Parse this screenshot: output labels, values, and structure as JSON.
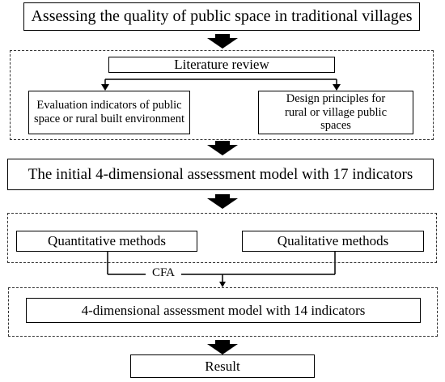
{
  "diagram": {
    "title": "Assessing the quality of public space in traditional villages",
    "literature_review": "Literature review",
    "evaluation_indicators": "Evaluation indicators of public space or rural built environment",
    "design_principles": "Design principles for rural or village public spaces",
    "initial_model": "The initial 4-dimensional assessment model with 17 indicators",
    "quantitative": "Quantitative methods",
    "qualitative": "Qualitative methods",
    "cfa": "CFA",
    "final_model": "4-dimensional assessment model with 14 indicators",
    "result": "Result"
  }
}
